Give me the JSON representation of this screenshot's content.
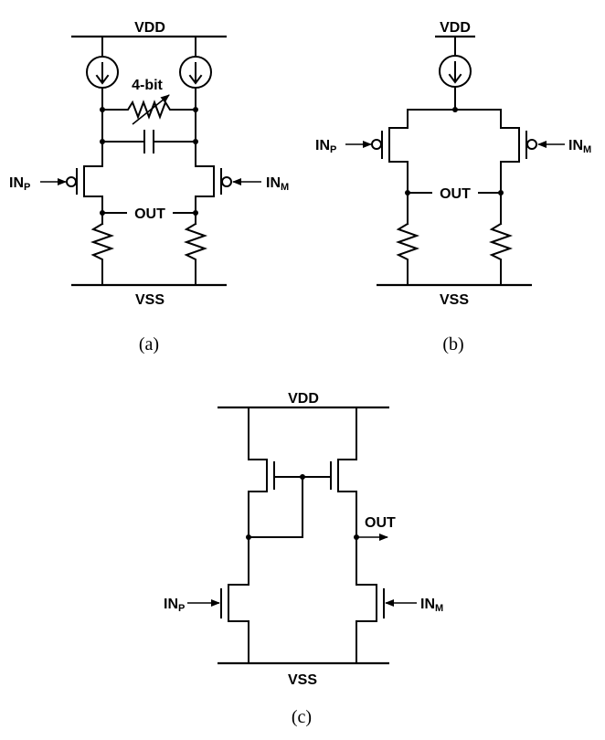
{
  "panel_a": {
    "vdd": "VDD",
    "vss": "VSS",
    "out": "OUT",
    "inp_base": "IN",
    "inp_sub": "P",
    "inm_base": "IN",
    "inm_sub": "M",
    "resistor_label": "4-bit",
    "caption": "(a)"
  },
  "panel_b": {
    "vdd": "VDD",
    "vss": "VSS",
    "out": "OUT",
    "inp_base": "IN",
    "inp_sub": "P",
    "inm_base": "IN",
    "inm_sub": "M",
    "caption": "(b)"
  },
  "panel_c": {
    "vdd": "VDD",
    "vss": "VSS",
    "out": "OUT",
    "inp_base": "IN",
    "inp_sub": "P",
    "inm_base": "IN",
    "inm_sub": "M",
    "caption": "(c)"
  }
}
